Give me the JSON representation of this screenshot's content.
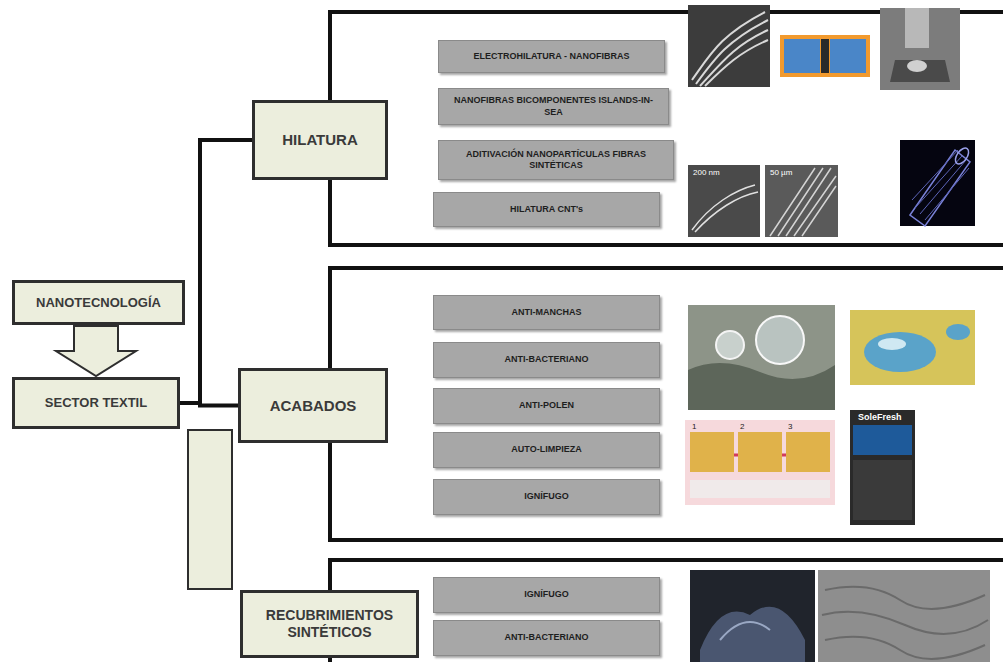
{
  "diagram": {
    "nodes": [
      {
        "text": [
          "NANOTECNOLOGÍA"
        ]
      },
      {
        "text": [
          "SECTOR TEXTIL"
        ]
      },
      {
        "text": [
          "HILATURA"
        ]
      },
      {
        "text": [
          "ELECTROHILATURA - NANOFIBRAS"
        ]
      },
      {
        "text": [
          "NANOFIBRAS BICOMPONENTES ISLANDS-IN-SEA"
        ]
      },
      {
        "text": [
          "ADITIVACIÓN NANOPARTÍCULAS FIBRAS SINTÉTICAS"
        ]
      },
      {
        "text": [
          "HILATURA CNT's"
        ]
      },
      {
        "text": [
          "ACABADOS"
        ]
      },
      {
        "text": [
          "ANTI-MANCHAS"
        ]
      },
      {
        "text": [
          "ANTI-BACTERIANO"
        ]
      },
      {
        "text": [
          "ANTI-POLEN"
        ]
      },
      {
        "text": [
          "AUTO-LIMPIEZA"
        ]
      },
      {
        "text": [
          "IGNÍFUGO"
        ]
      },
      {
        "text": [
          "RECUBRIMIENTOS SINTÉTICOS"
        ]
      },
      {
        "text": [
          "IGNÍFUGO"
        ]
      },
      {
        "text": [
          "ANTI-BACTERIANO"
        ]
      }
    ],
    "edges": [
      {
        "from": 0,
        "to": 1,
        "arrow": "to"
      },
      {
        "from": 1,
        "to": 2,
        "arrow": "none"
      },
      {
        "from": 1,
        "to": 7,
        "arrow": "none"
      },
      {
        "from": 1,
        "to": 13,
        "arrow": "none"
      }
    ],
    "labels": [
      "200 nm",
      "50 µm",
      "1",
      "2",
      "3",
      "SoleFresh"
    ]
  }
}
